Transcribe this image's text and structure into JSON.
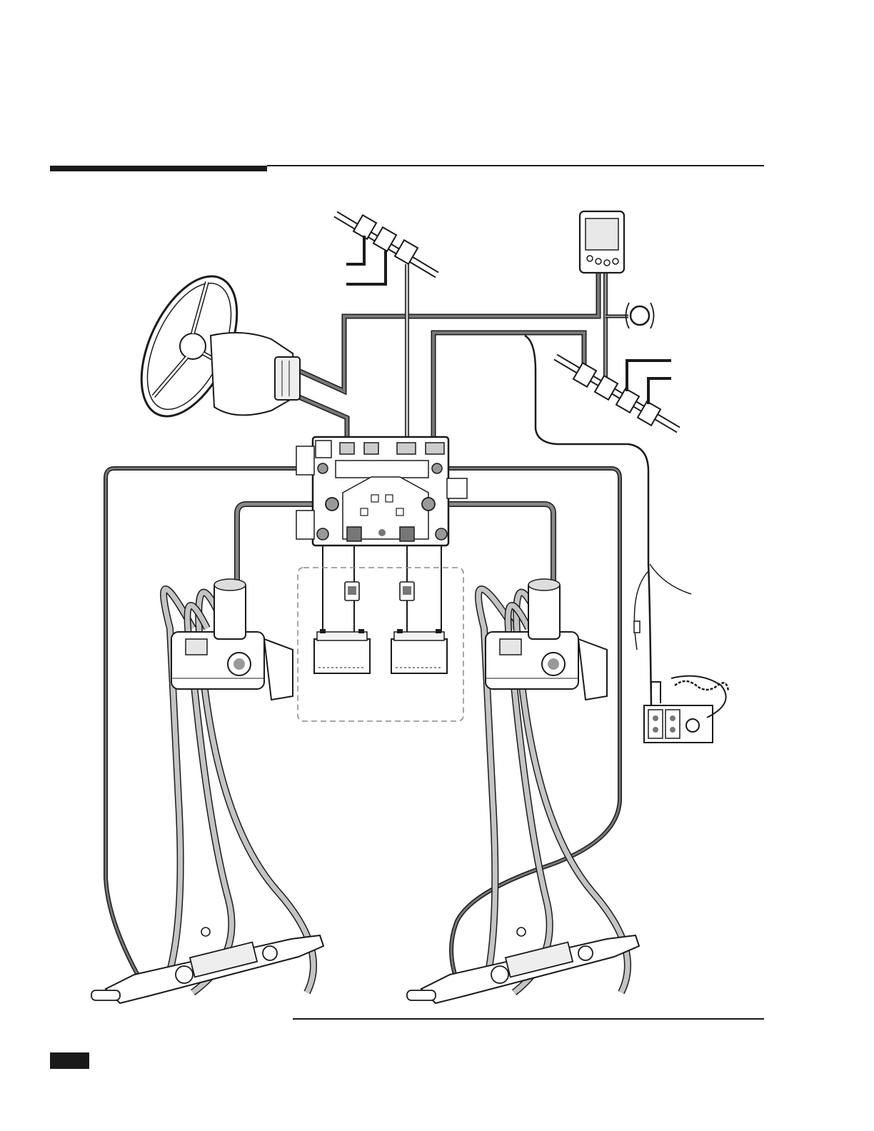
{
  "page": {
    "background": "#ffffff",
    "ink": "#1a1a1a",
    "cable_gray": "#6f6f6f",
    "hose_gray": "#b8b8b8"
  },
  "diagram": {
    "components": [
      {
        "name": "helm-steering-wheel",
        "icon": "steering-wheel-icon"
      },
      {
        "name": "helm-pump",
        "icon": "helm-pump-icon"
      },
      {
        "name": "control-unit",
        "icon": "control-unit-icon"
      },
      {
        "name": "display",
        "icon": "display-icon"
      },
      {
        "name": "sensor",
        "icon": "sensor-icon"
      },
      {
        "name": "network-backbone-top",
        "icon": "backbone-icon"
      },
      {
        "name": "network-backbone-right",
        "icon": "backbone-icon"
      },
      {
        "name": "power-pack-left",
        "icon": "pump-unit-icon"
      },
      {
        "name": "power-pack-right",
        "icon": "pump-unit-icon"
      },
      {
        "name": "battery-left",
        "icon": "battery-icon"
      },
      {
        "name": "battery-right",
        "icon": "battery-icon"
      },
      {
        "name": "breaker-left",
        "icon": "breaker-icon"
      },
      {
        "name": "breaker-right",
        "icon": "breaker-icon"
      },
      {
        "name": "key-switch-panel",
        "icon": "key-switch-icon"
      },
      {
        "name": "cylinder-left",
        "icon": "cylinder-icon"
      },
      {
        "name": "cylinder-right",
        "icon": "cylinder-icon"
      }
    ]
  }
}
